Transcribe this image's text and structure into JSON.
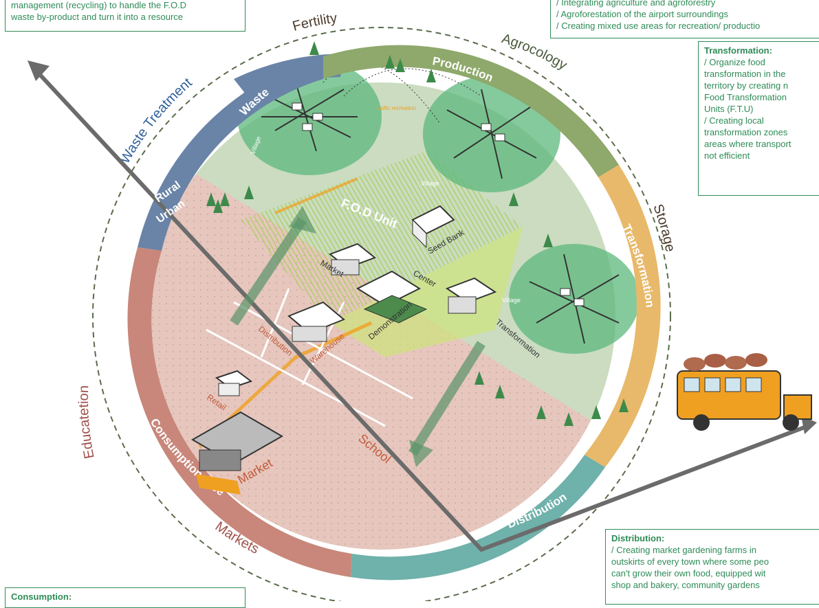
{
  "notes": {
    "waste_top": {
      "lines": [
        "management (recycling) to handle the F.O.D",
        "waste by-product and turn it into a resource"
      ]
    },
    "production_top": {
      "lines": [
        "/ Integrating agriculture and agroforestry",
        "/ Agroforestation of the airport surroundings",
        "/ Creating mixed use areas for recreation/ productio"
      ]
    },
    "transformation": {
      "title": "Transformation:",
      "lines": [
        "/ Organize food",
        "transformation in the",
        "territory by creating n",
        "Food Transformation",
        "Units (F.T.U)",
        "/ Creating local",
        "transformation zones",
        "areas where transport",
        "not efficient"
      ]
    },
    "distribution": {
      "title": "Distribution:",
      "lines": [
        "/ Creating market gardening farms in",
        "outskirts of every town where some peo",
        "can't grow their own food, equipped wit",
        "shop and bakery, community gardens"
      ]
    },
    "consumption": {
      "title": "Consumption:"
    }
  },
  "ring": {
    "outer": [
      "Fertility",
      "Agrocology",
      "Storage",
      "Markets",
      "Educatetion",
      "Waste Treatment"
    ],
    "inner": [
      "Production",
      "Transformation",
      "Distribution",
      "Consumption+Use",
      "Waste"
    ]
  },
  "labels": {
    "rural": "Rural",
    "urban": "Urban",
    "fod_unit": "F.O.D Unit",
    "seed_bank": "Seed Bank",
    "market_center": "Market",
    "center": "Center",
    "demonstration": "Demonstration",
    "transformation_bld": "Transformation",
    "distribution_bld": "Distribution",
    "warehouse": "Warehouse",
    "retail": "Retail",
    "school": "School",
    "market_bottom": "Market",
    "village": "Village",
    "traffic_recreation": "traffic recreation"
  },
  "colors": {
    "waste": "#6a84a8",
    "production": "#8ea96b",
    "transformation": "#e8b96a",
    "distribution": "#6fb1ab",
    "consumption": "#c8877a",
    "rural_bg": "#c7d9bd",
    "urban_bg": "#e6c6bd",
    "note_border": "#2e8b57"
  }
}
